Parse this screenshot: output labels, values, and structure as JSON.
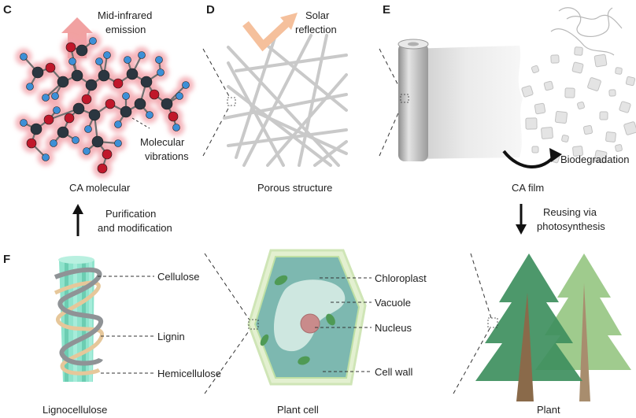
{
  "panels": {
    "c": {
      "letter": "C",
      "emission_l1": "Mid-infrared",
      "emission_l2": "emission",
      "vib_l1": "Molecular",
      "vib_l2": "vibrations",
      "caption": "CA molecular"
    },
    "d": {
      "letter": "D",
      "refl_l1": "Solar",
      "refl_l2": "reflection",
      "caption": "Porous structure"
    },
    "e": {
      "letter": "E",
      "biodeg": "Biodegradation",
      "caption": "CA film"
    },
    "f": {
      "letter": "F"
    },
    "lignocellulose": {
      "label_1": "Cellulose",
      "label_2": "Lignin",
      "label_3": "Hemicellulose",
      "caption": "Lignocellulose"
    },
    "plant_cell": {
      "label_1": "Chloroplast",
      "label_2": "Vacuole",
      "label_3": "Nucleus",
      "label_4": "Cell wall",
      "caption": "Plant cell"
    },
    "plant": {
      "caption": "Plant"
    }
  },
  "arrows": {
    "purification_l1": "Purification",
    "purification_l2": "and modification",
    "reusing_l1": "Reusing via",
    "reusing_l2": "photosynthesis"
  },
  "colors": {
    "oxygen": "#c0182b",
    "carbon": "#2b3640",
    "hydrogen": "#3d8fd6",
    "glow": "#f2a0a8",
    "emission_arrow": "#f1a1a1",
    "reflection_arrow": "#f5c09c",
    "cellulose": "#7fd8c1",
    "lignin": "#8f9396",
    "hemicellulose": "#e6c79a",
    "cell_fill": "#7db8b0",
    "cell_wall": "#cfe5b6",
    "tree_dark": "#3e8f5e",
    "tree_light": "#8fc27a",
    "trunk": "#8a6a4a"
  }
}
